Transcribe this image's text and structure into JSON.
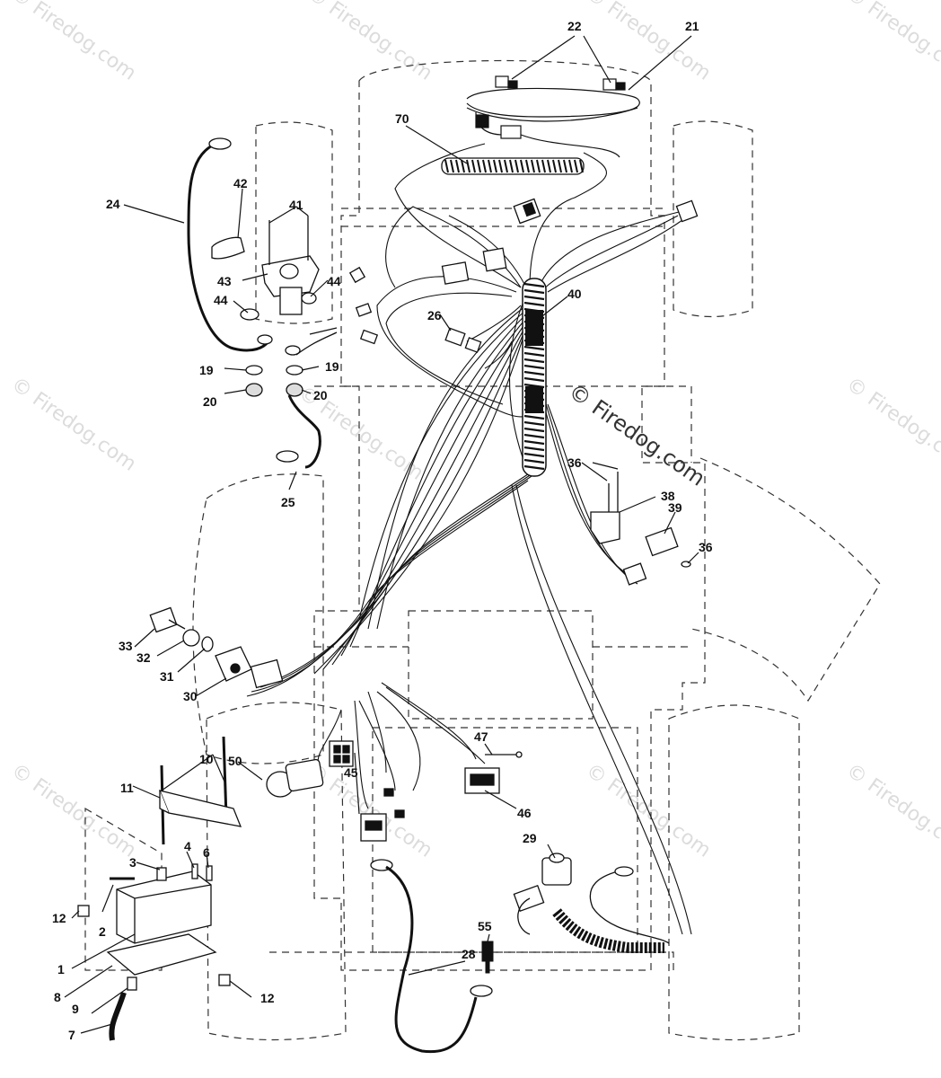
{
  "watermark": "© Firedog.com",
  "callouts": [
    "1",
    "2",
    "3",
    "4",
    "6",
    "7",
    "8",
    "9",
    "10",
    "11",
    "12",
    "12",
    "19",
    "19",
    "20",
    "20",
    "21",
    "22",
    "24",
    "25",
    "26",
    "28",
    "29",
    "30",
    "31",
    "32",
    "33",
    "36",
    "36",
    "38",
    "39",
    "40",
    "41",
    "42",
    "43",
    "44",
    "44",
    "45",
    "46",
    "47",
    "50",
    "55",
    "70"
  ],
  "colors": {
    "line": "#111111",
    "dash": "#333333",
    "watermark": "#dcdcdc"
  }
}
